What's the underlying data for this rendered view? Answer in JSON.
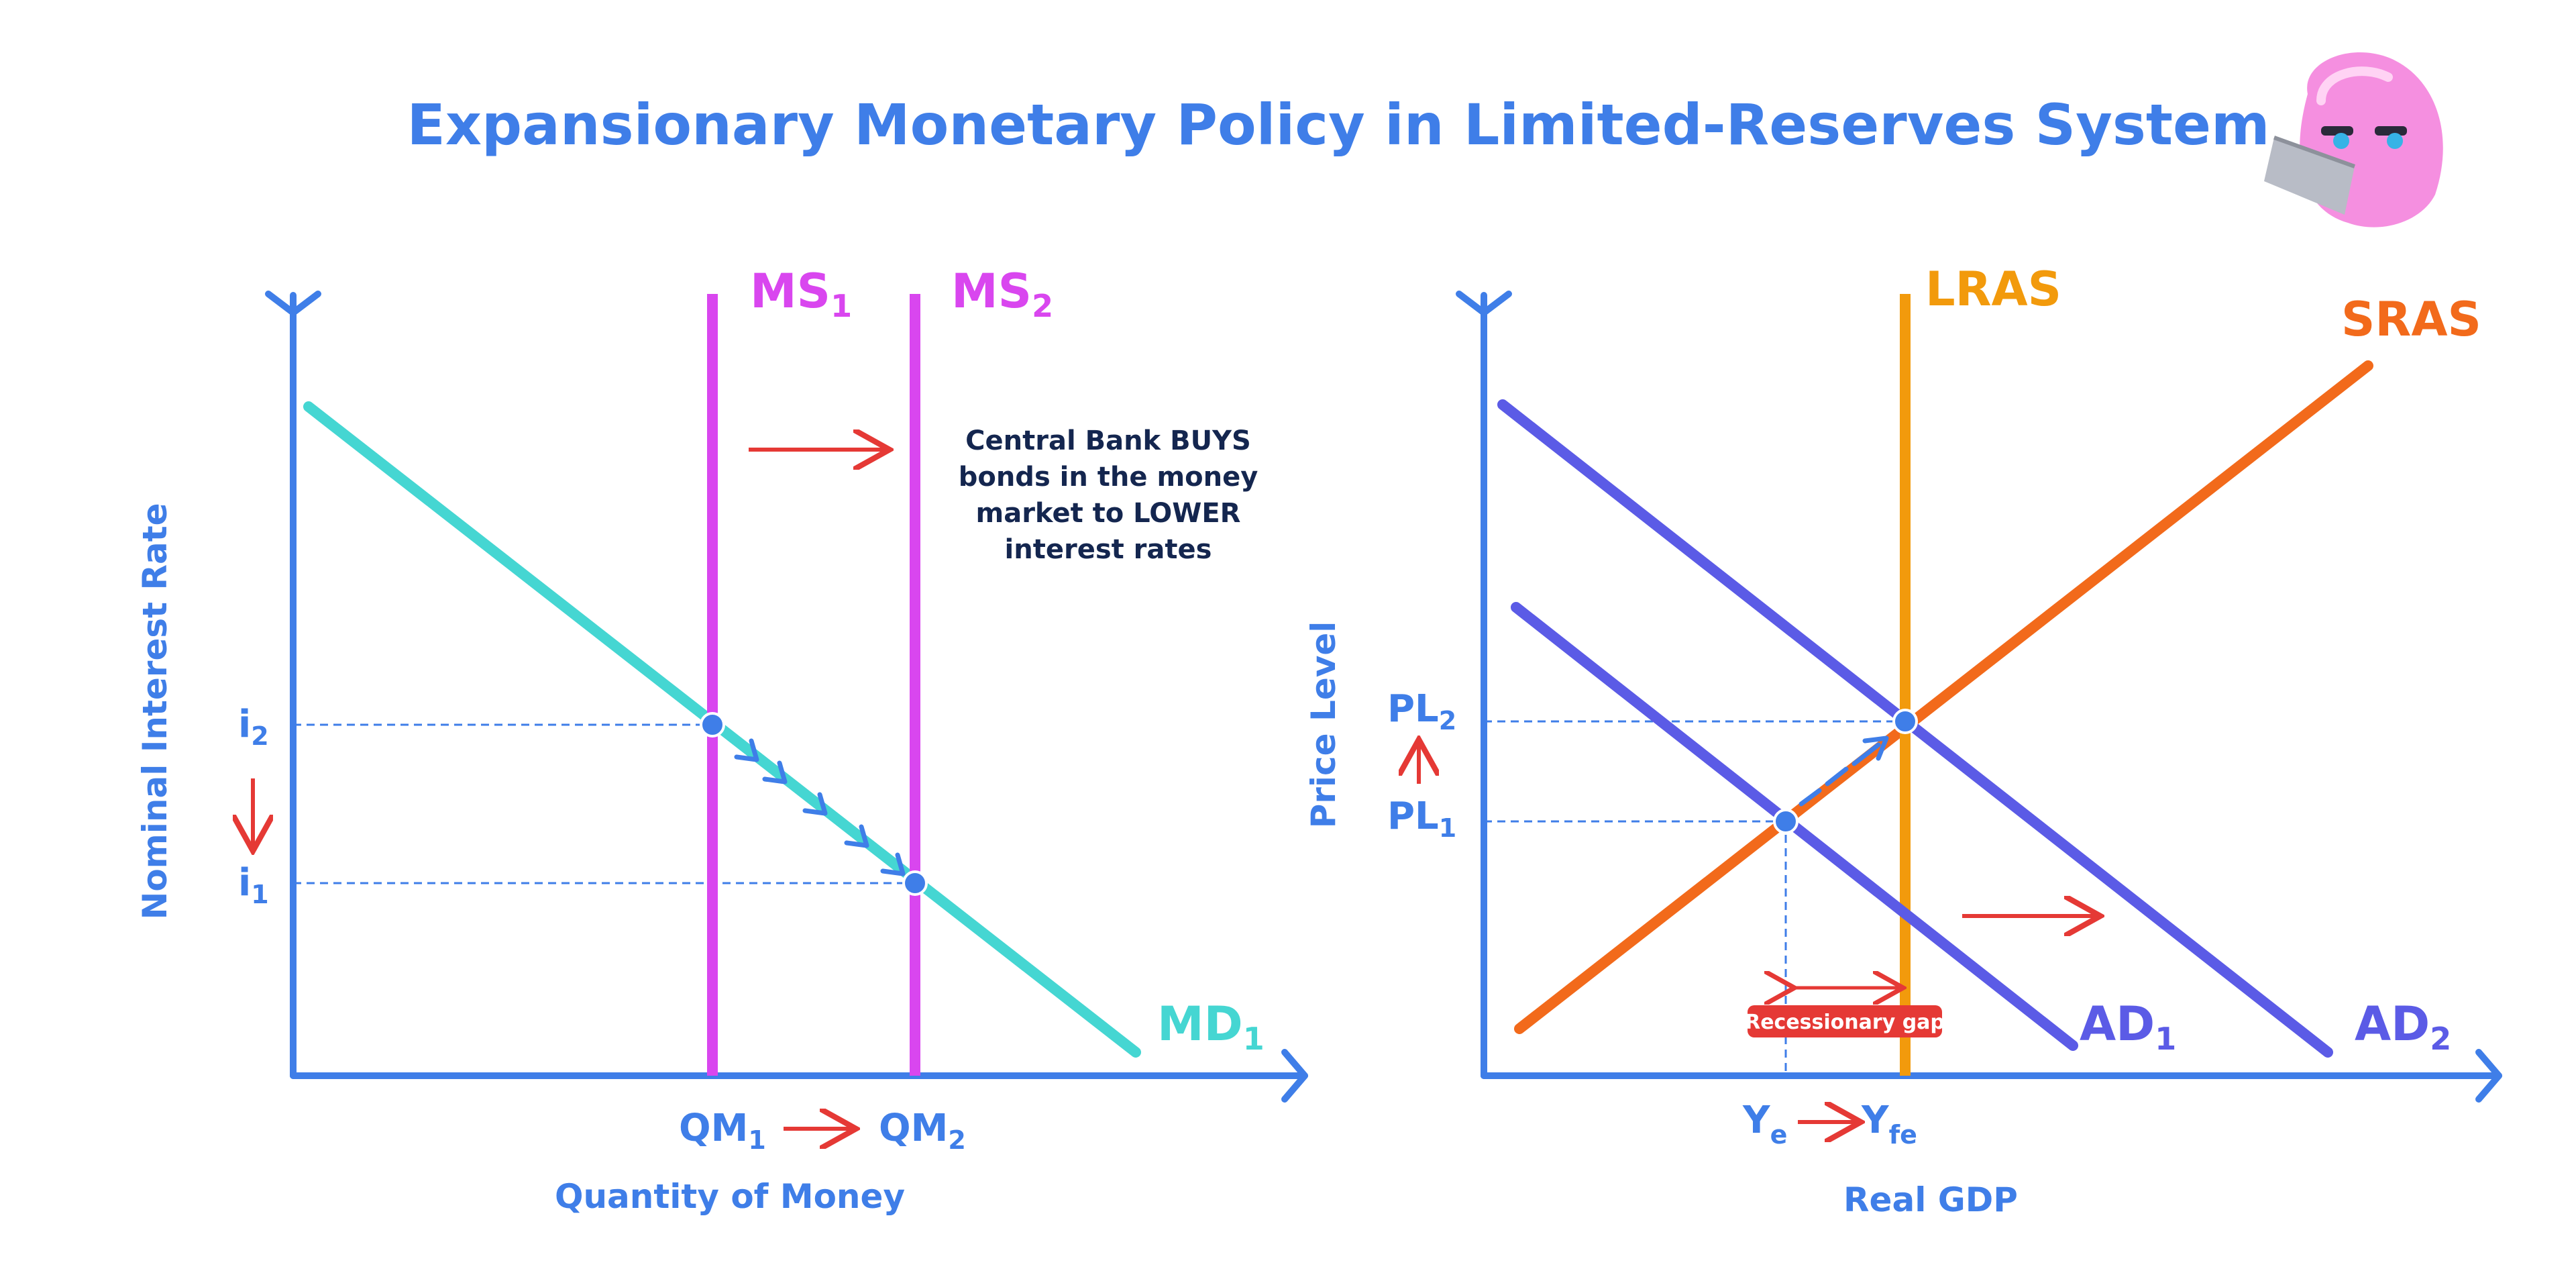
{
  "title": "Expansionary Monetary Policy in Limited-Reserves System",
  "colors": {
    "axis": "#3f7ee8",
    "md": "#45d6d2",
    "ms": "#d946ef",
    "lras": "#f29a0c",
    "sras": "#f26a1b",
    "ad": "#5b5be6",
    "shift_arrow": "#e53935",
    "dashed": "#3f7ee8",
    "note_text": "#14264f",
    "gap_badge": "#e53935"
  },
  "money_market": {
    "y_axis_label": "Nominal Interest Rate",
    "x_axis_label": "Quantity of Money",
    "ms1": {
      "main": "MS",
      "sub": "1"
    },
    "ms2": {
      "main": "MS",
      "sub": "2"
    },
    "md": {
      "main": "MD",
      "sub": "1"
    },
    "i2": {
      "main": "i",
      "sub": "2"
    },
    "i1": {
      "main": "i",
      "sub": "1"
    },
    "qm1": {
      "main": "QM",
      "sub": "1"
    },
    "qm2": {
      "main": "QM",
      "sub": "2"
    },
    "note": [
      "Central Bank BUYS",
      "bonds in the money",
      "market to LOWER",
      "interest rates"
    ]
  },
  "adas": {
    "y_axis_label": "Price Level",
    "x_axis_label": "Real GDP",
    "lras": "LRAS",
    "sras": "SRAS",
    "ad1": {
      "main": "AD",
      "sub": "1"
    },
    "ad2": {
      "main": "AD",
      "sub": "2"
    },
    "pl2": {
      "main": "PL",
      "sub": "2"
    },
    "pl1": {
      "main": "PL",
      "sub": "1"
    },
    "ye": {
      "main": "Y",
      "sub": "e"
    },
    "yfe": {
      "main": "Y",
      "sub": "fe"
    },
    "gap_label": "Recessionary gap"
  },
  "icons": {
    "mascot": "pink-blob-laptop-icon"
  }
}
